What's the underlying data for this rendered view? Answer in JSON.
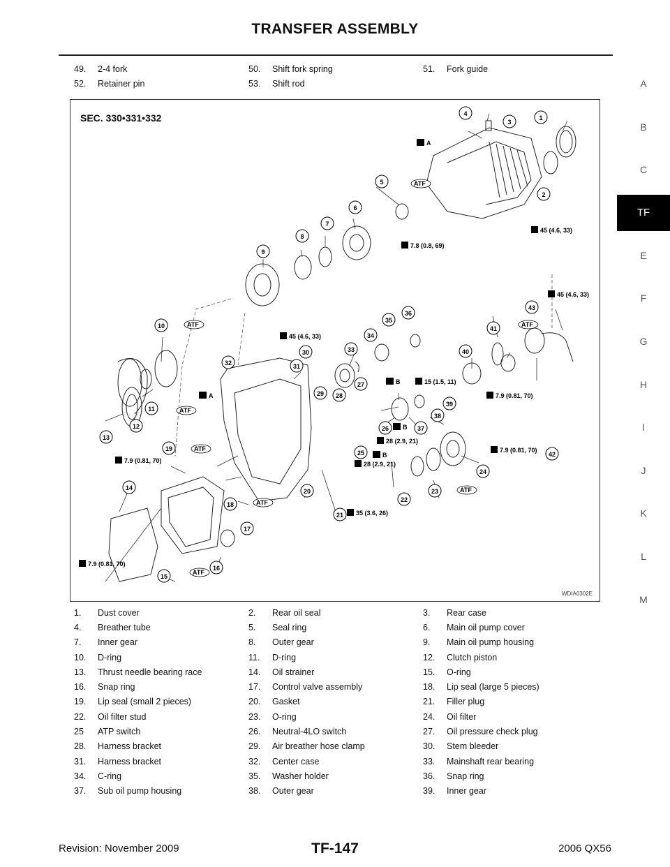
{
  "header": {
    "title": "TRANSFER ASSEMBLY"
  },
  "side_index": [
    "A",
    "B",
    "C",
    "TF",
    "E",
    "F",
    "G",
    "H",
    "I",
    "J",
    "K",
    "L",
    "M"
  ],
  "side_active": "TF",
  "legend_top": [
    [
      {
        "num": "49.",
        "label": "2-4 fork"
      },
      {
        "num": "50.",
        "label": "Shift fork spring"
      },
      {
        "num": "51.",
        "label": "Fork guide"
      }
    ],
    [
      {
        "num": "52.",
        "label": "Retainer pin"
      },
      {
        "num": "53.",
        "label": "Shift rod"
      },
      {
        "num": "",
        "label": ""
      }
    ]
  ],
  "figure": {
    "section": "SEC. 330•331•332",
    "code": "WDIA0302E",
    "torques": [
      "45 (4.6, 33)",
      "7.8 (0.8, 69)",
      "45 (4.6, 33)",
      "45 (4.6, 33)",
      "15 (1.5, 11)",
      "7.9 (0.81, 70)",
      "28 (2.9, 21)",
      "28 (2.9, 21)",
      "7.9 (0.81, 70)",
      "7.9 (0.81, 70)",
      "35 (3.6, 26)",
      "7.9 (0.81, 70)"
    ],
    "letters": [
      "A",
      "A",
      "B",
      "B",
      "B"
    ],
    "atf": "ATF",
    "callouts": [
      "1",
      "2",
      "3",
      "4",
      "5",
      "6",
      "7",
      "8",
      "9",
      "10",
      "11",
      "12",
      "13",
      "14",
      "15",
      "16",
      "17",
      "18",
      "19",
      "20",
      "21",
      "22",
      "23",
      "24",
      "25",
      "26",
      "27",
      "28",
      "29",
      "30",
      "31",
      "32",
      "33",
      "34",
      "35",
      "36",
      "37",
      "38",
      "39",
      "40",
      "41",
      "42",
      "43"
    ]
  },
  "legend_bottom": [
    [
      {
        "num": "1.",
        "label": "Dust cover"
      },
      {
        "num": "2.",
        "label": "Rear oil seal"
      },
      {
        "num": "3.",
        "label": "Rear case"
      }
    ],
    [
      {
        "num": "4.",
        "label": "Breather tube"
      },
      {
        "num": "5.",
        "label": "Seal ring"
      },
      {
        "num": "6.",
        "label": "Main oil pump cover"
      }
    ],
    [
      {
        "num": "7.",
        "label": "Inner gear"
      },
      {
        "num": "8.",
        "label": "Outer gear"
      },
      {
        "num": "9.",
        "label": "Main oil pump housing"
      }
    ],
    [
      {
        "num": "10.",
        "label": "D-ring"
      },
      {
        "num": "11.",
        "label": "D-ring"
      },
      {
        "num": "12.",
        "label": "Clutch piston"
      }
    ],
    [
      {
        "num": "13.",
        "label": "Thrust needle bearing race"
      },
      {
        "num": "14.",
        "label": "Oil strainer"
      },
      {
        "num": "15.",
        "label": "O-ring"
      }
    ],
    [
      {
        "num": "16.",
        "label": "Snap ring"
      },
      {
        "num": "17.",
        "label": "Control valve assembly"
      },
      {
        "num": "18.",
        "label": "Lip seal (large 5 pieces)"
      }
    ],
    [
      {
        "num": "19.",
        "label": "Lip seal (small 2 pieces)"
      },
      {
        "num": "20.",
        "label": "Gasket"
      },
      {
        "num": "21.",
        "label": "Filler plug"
      }
    ],
    [
      {
        "num": "22.",
        "label": "Oil filter stud"
      },
      {
        "num": "23.",
        "label": "O-ring"
      },
      {
        "num": "24.",
        "label": "Oil filter"
      }
    ],
    [
      {
        "num": "25",
        "label": "ATP switch"
      },
      {
        "num": "26.",
        "label": "Neutral-4LO switch"
      },
      {
        "num": "27.",
        "label": "Oil pressure check plug"
      }
    ],
    [
      {
        "num": "28.",
        "label": "Harness bracket"
      },
      {
        "num": "29.",
        "label": "Air breather hose clamp"
      },
      {
        "num": "30.",
        "label": "Stem bleeder"
      }
    ],
    [
      {
        "num": "31.",
        "label": "Harness bracket"
      },
      {
        "num": "32.",
        "label": "Center case"
      },
      {
        "num": "33.",
        "label": "Mainshaft rear bearing"
      }
    ],
    [
      {
        "num": "34.",
        "label": "C-ring"
      },
      {
        "num": "35.",
        "label": "Washer holder"
      },
      {
        "num": "36.",
        "label": "Snap ring"
      }
    ],
    [
      {
        "num": "37.",
        "label": "Sub oil pump housing"
      },
      {
        "num": "38.",
        "label": "Outer gear"
      },
      {
        "num": "39.",
        "label": "Inner gear"
      }
    ]
  ],
  "footer": {
    "revision": "Revision: November 2009",
    "page": "TF-147",
    "model": "2006 QX56"
  }
}
